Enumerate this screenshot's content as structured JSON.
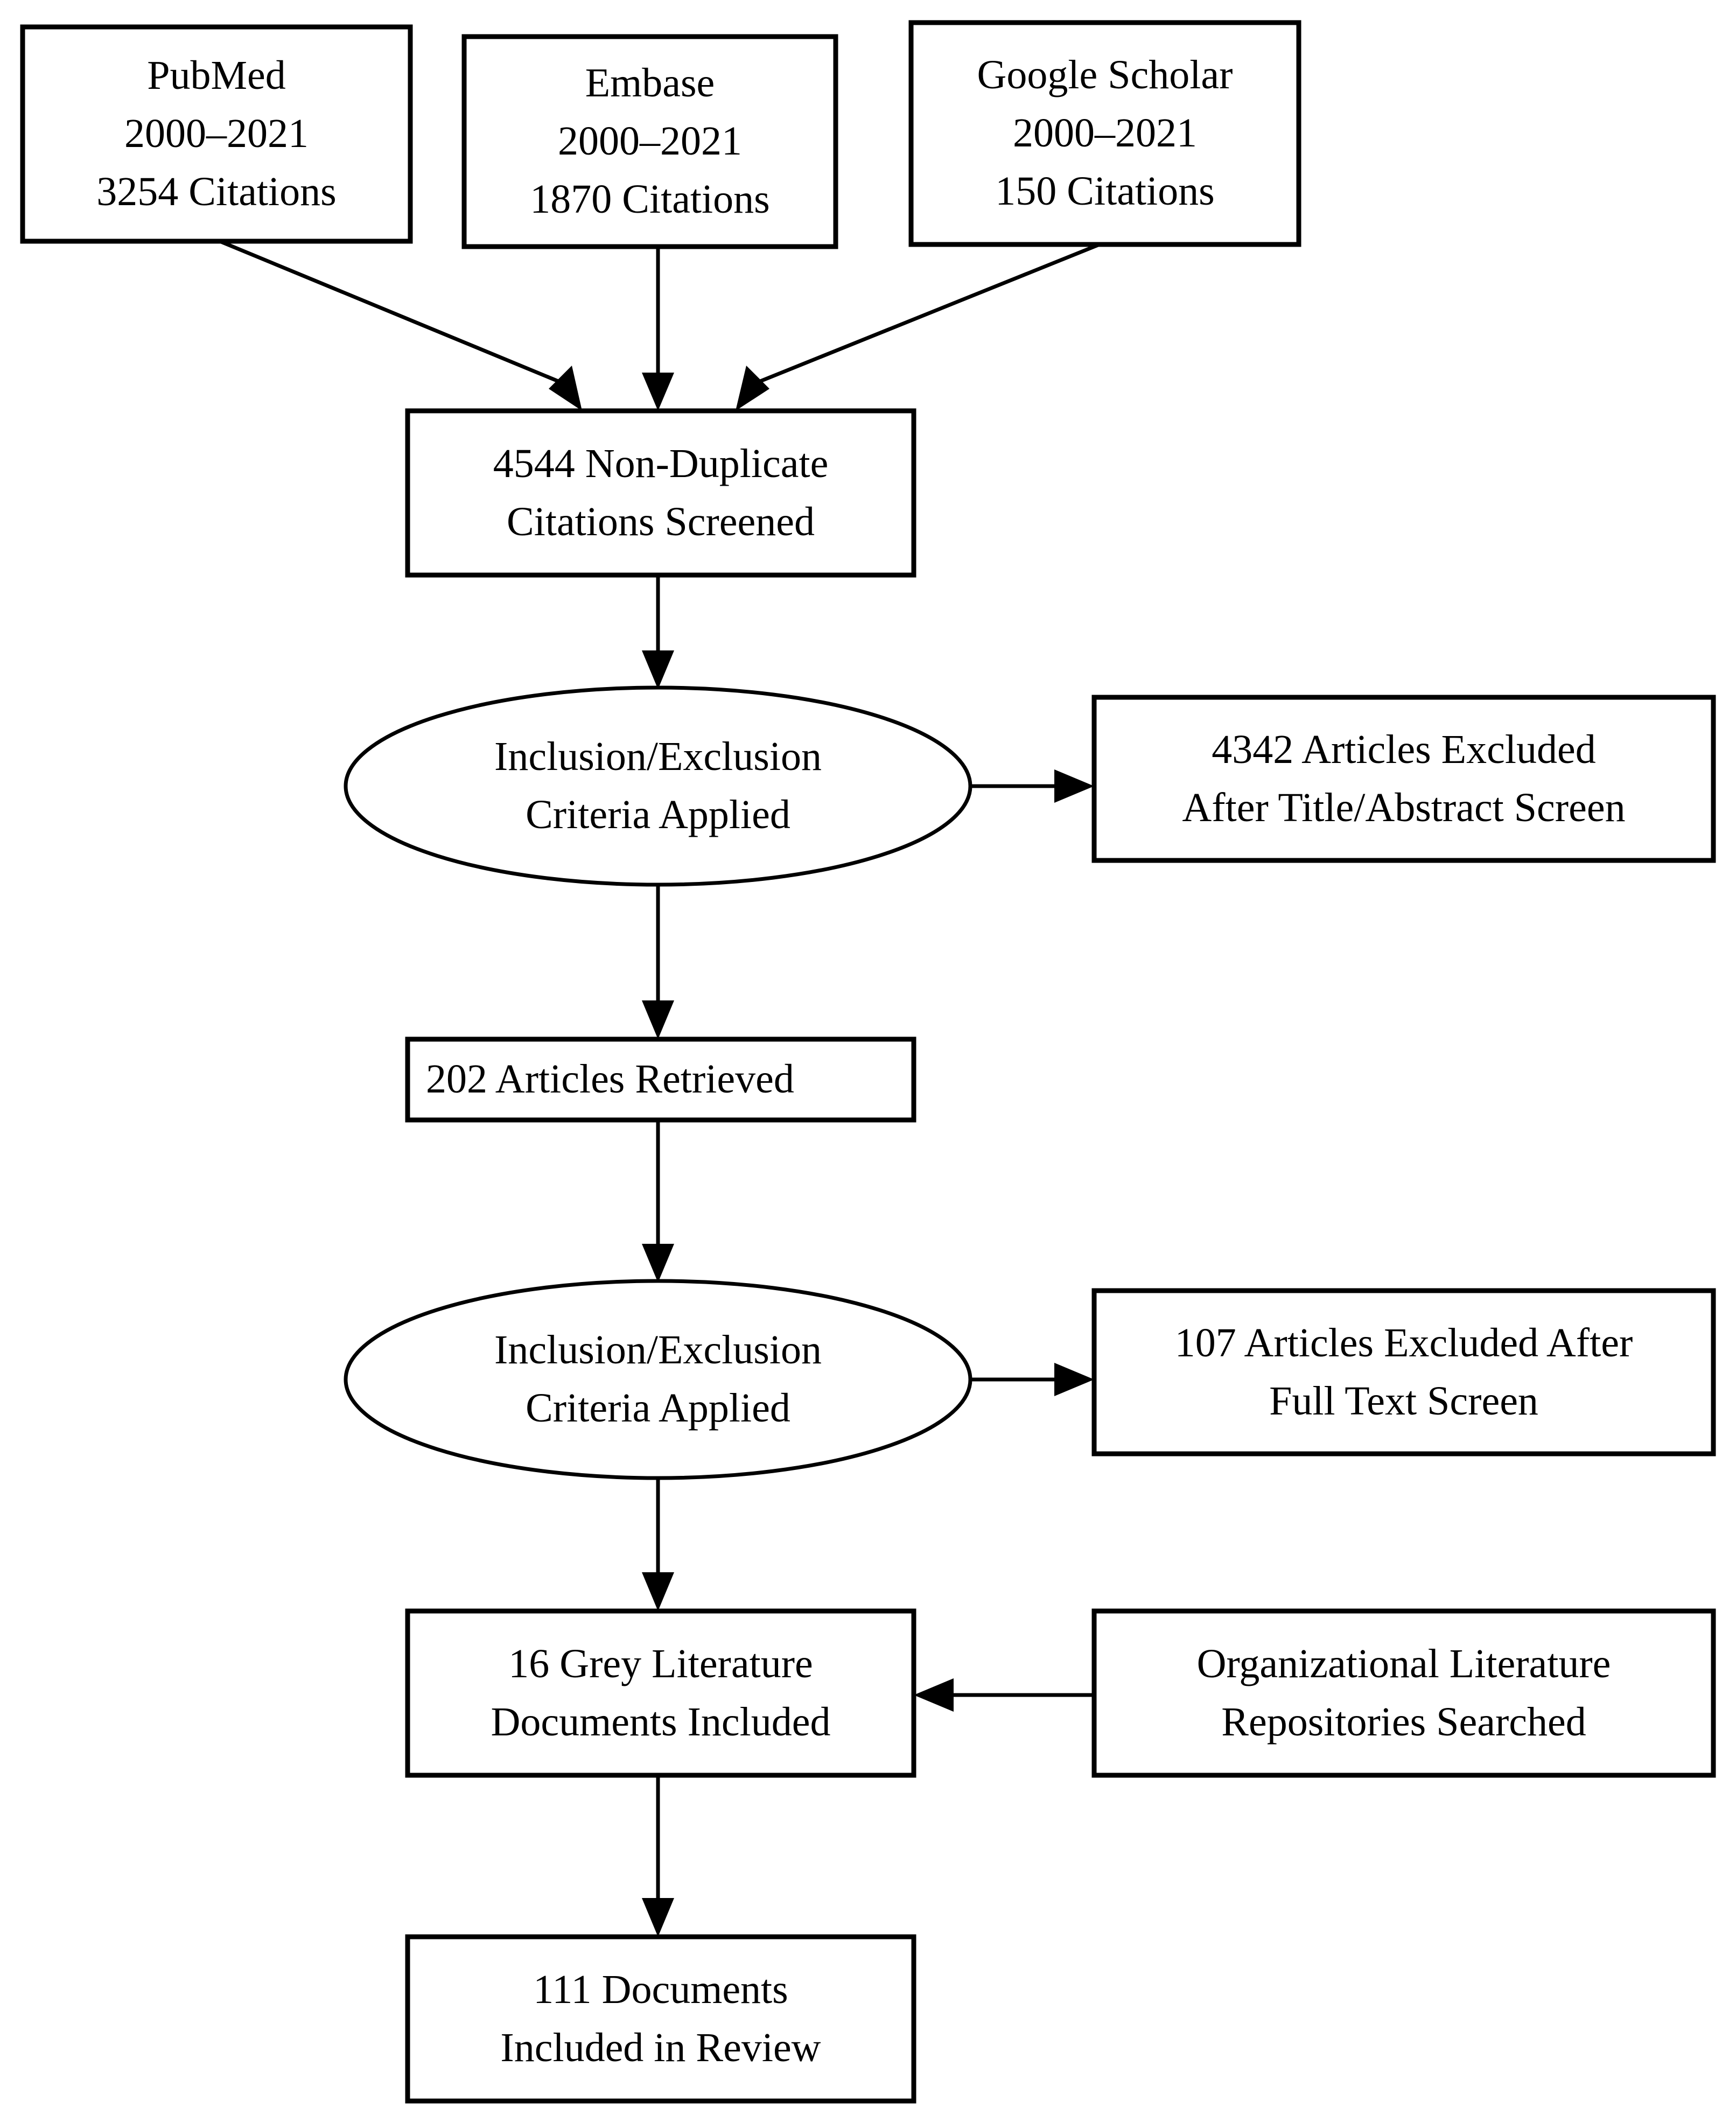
{
  "figure": {
    "type": "prisma-flow-diagram",
    "orientation": "top-to-bottom",
    "background_color": "#ffffff",
    "line_color": "#000000",
    "text_color": "#000000"
  },
  "nodes": {
    "pubmed": {
      "shape": "rectangle",
      "line1": "PubMed",
      "line2": "2000–2021",
      "line3": "3254 Citations"
    },
    "embase": {
      "shape": "rectangle",
      "line1": "Embase",
      "line2": "2000–2021",
      "line3": "1870 Citations"
    },
    "google_scholar": {
      "shape": "rectangle",
      "line1": "Google Scholar",
      "line2": "2000–2021",
      "line3": "150 Citations"
    },
    "screened": {
      "shape": "rectangle",
      "line1": "4544 Non-Duplicate",
      "line2": "Citations Screened"
    },
    "criteria_1": {
      "shape": "ellipse",
      "line1": "Inclusion/Exclusion",
      "line2": "Criteria Applied"
    },
    "excluded_title_abstract": {
      "shape": "rectangle",
      "line1": "4342 Articles Excluded",
      "line2": "After Title/Abstract Screen"
    },
    "retrieved": {
      "shape": "rectangle",
      "line1": "202 Articles Retrieved"
    },
    "criteria_2": {
      "shape": "ellipse",
      "line1": "Inclusion/Exclusion",
      "line2": "Criteria Applied"
    },
    "excluded_full_text": {
      "shape": "rectangle",
      "line1": "107 Articles Excluded After",
      "line2": "Full Text Screen"
    },
    "grey_literature": {
      "shape": "rectangle",
      "line1": "16 Grey Literature",
      "line2": "Documents Included"
    },
    "org_repositories": {
      "shape": "rectangle",
      "line1": "Organizational Literature",
      "line2": "Repositories Searched"
    },
    "included": {
      "shape": "rectangle",
      "line1": "111 Documents",
      "line2": "Included in Review"
    }
  },
  "edges": [
    {
      "id": "pubmed-to-screened",
      "from": "pubmed",
      "to": "screened",
      "direction": "diagonal-down-right"
    },
    {
      "id": "embase-to-screened",
      "from": "embase",
      "to": "screened",
      "direction": "down"
    },
    {
      "id": "google-scholar-to-screened",
      "from": "google_scholar",
      "to": "screened",
      "direction": "diagonal-down-left"
    },
    {
      "id": "screened-to-criteria-1",
      "from": "screened",
      "to": "criteria_1",
      "direction": "down"
    },
    {
      "id": "criteria-1-to-excluded-title-abstract",
      "from": "criteria_1",
      "to": "excluded_title_abstract",
      "direction": "right"
    },
    {
      "id": "criteria-1-to-retrieved",
      "from": "criteria_1",
      "to": "retrieved",
      "direction": "down"
    },
    {
      "id": "retrieved-to-criteria-2",
      "from": "retrieved",
      "to": "criteria_2",
      "direction": "down"
    },
    {
      "id": "criteria-2-to-excluded-full-text",
      "from": "criteria_2",
      "to": "excluded_full_text",
      "direction": "right"
    },
    {
      "id": "criteria-2-to-grey-literature",
      "from": "criteria_2",
      "to": "grey_literature",
      "direction": "down"
    },
    {
      "id": "org-repositories-to-grey-literature",
      "from": "org_repositories",
      "to": "grey_literature",
      "direction": "left"
    },
    {
      "id": "grey-literature-to-included",
      "from": "grey_literature",
      "to": "included",
      "direction": "down"
    }
  ]
}
